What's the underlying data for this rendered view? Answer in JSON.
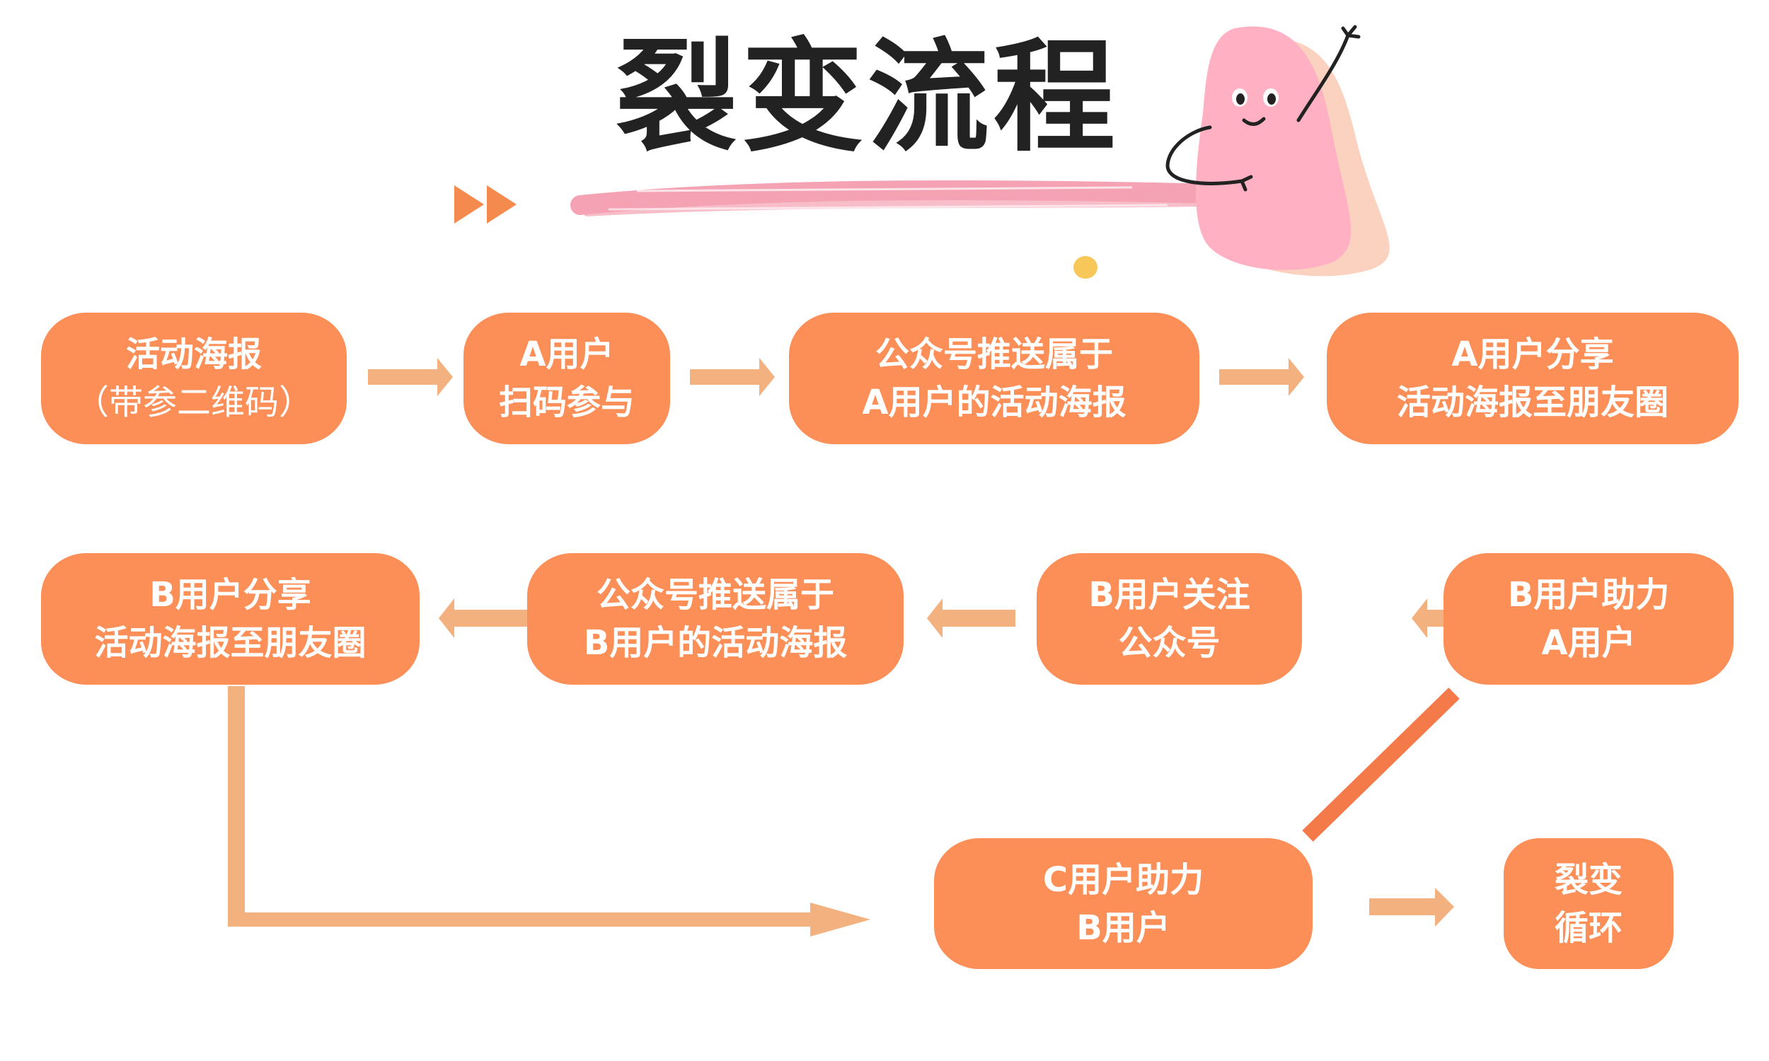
{
  "title": "裂变流程",
  "colors": {
    "node": "#fc8f58",
    "arrow": "#f2b17f",
    "connector": "#f57a4a",
    "title": "#222222",
    "brush": "#f4a2b4",
    "mascot": "#ffb1c3",
    "mascot_shadow": "#fbd2bf",
    "dot": "#f7c75a"
  },
  "icons": [
    "play-forward-icon",
    "mascot-icon"
  ],
  "nodes": {
    "poster": {
      "line1": "活动海报",
      "line2": "（带参二维码）"
    },
    "a_scan": {
      "line1": "A用户",
      "line2": "扫码参与"
    },
    "push_a": {
      "line1": "公众号推送属于",
      "line2": "A用户的活动海报"
    },
    "a_share": {
      "line1": "A用户分享",
      "line2": "活动海报至朋友圈"
    },
    "b_help": {
      "line1": "B用户助力",
      "line2": "A用户"
    },
    "b_follow": {
      "line1": "B用户关注",
      "line2": "公众号"
    },
    "push_b": {
      "line1": "公众号推送属于",
      "line2": "B用户的活动海报"
    },
    "b_share": {
      "line1": "B用户分享",
      "line2": "活动海报至朋友圈"
    },
    "c_help": {
      "line1": "C用户助力",
      "line2": "B用户"
    },
    "cycle": {
      "line1": "裂变",
      "line2": "循环"
    }
  }
}
